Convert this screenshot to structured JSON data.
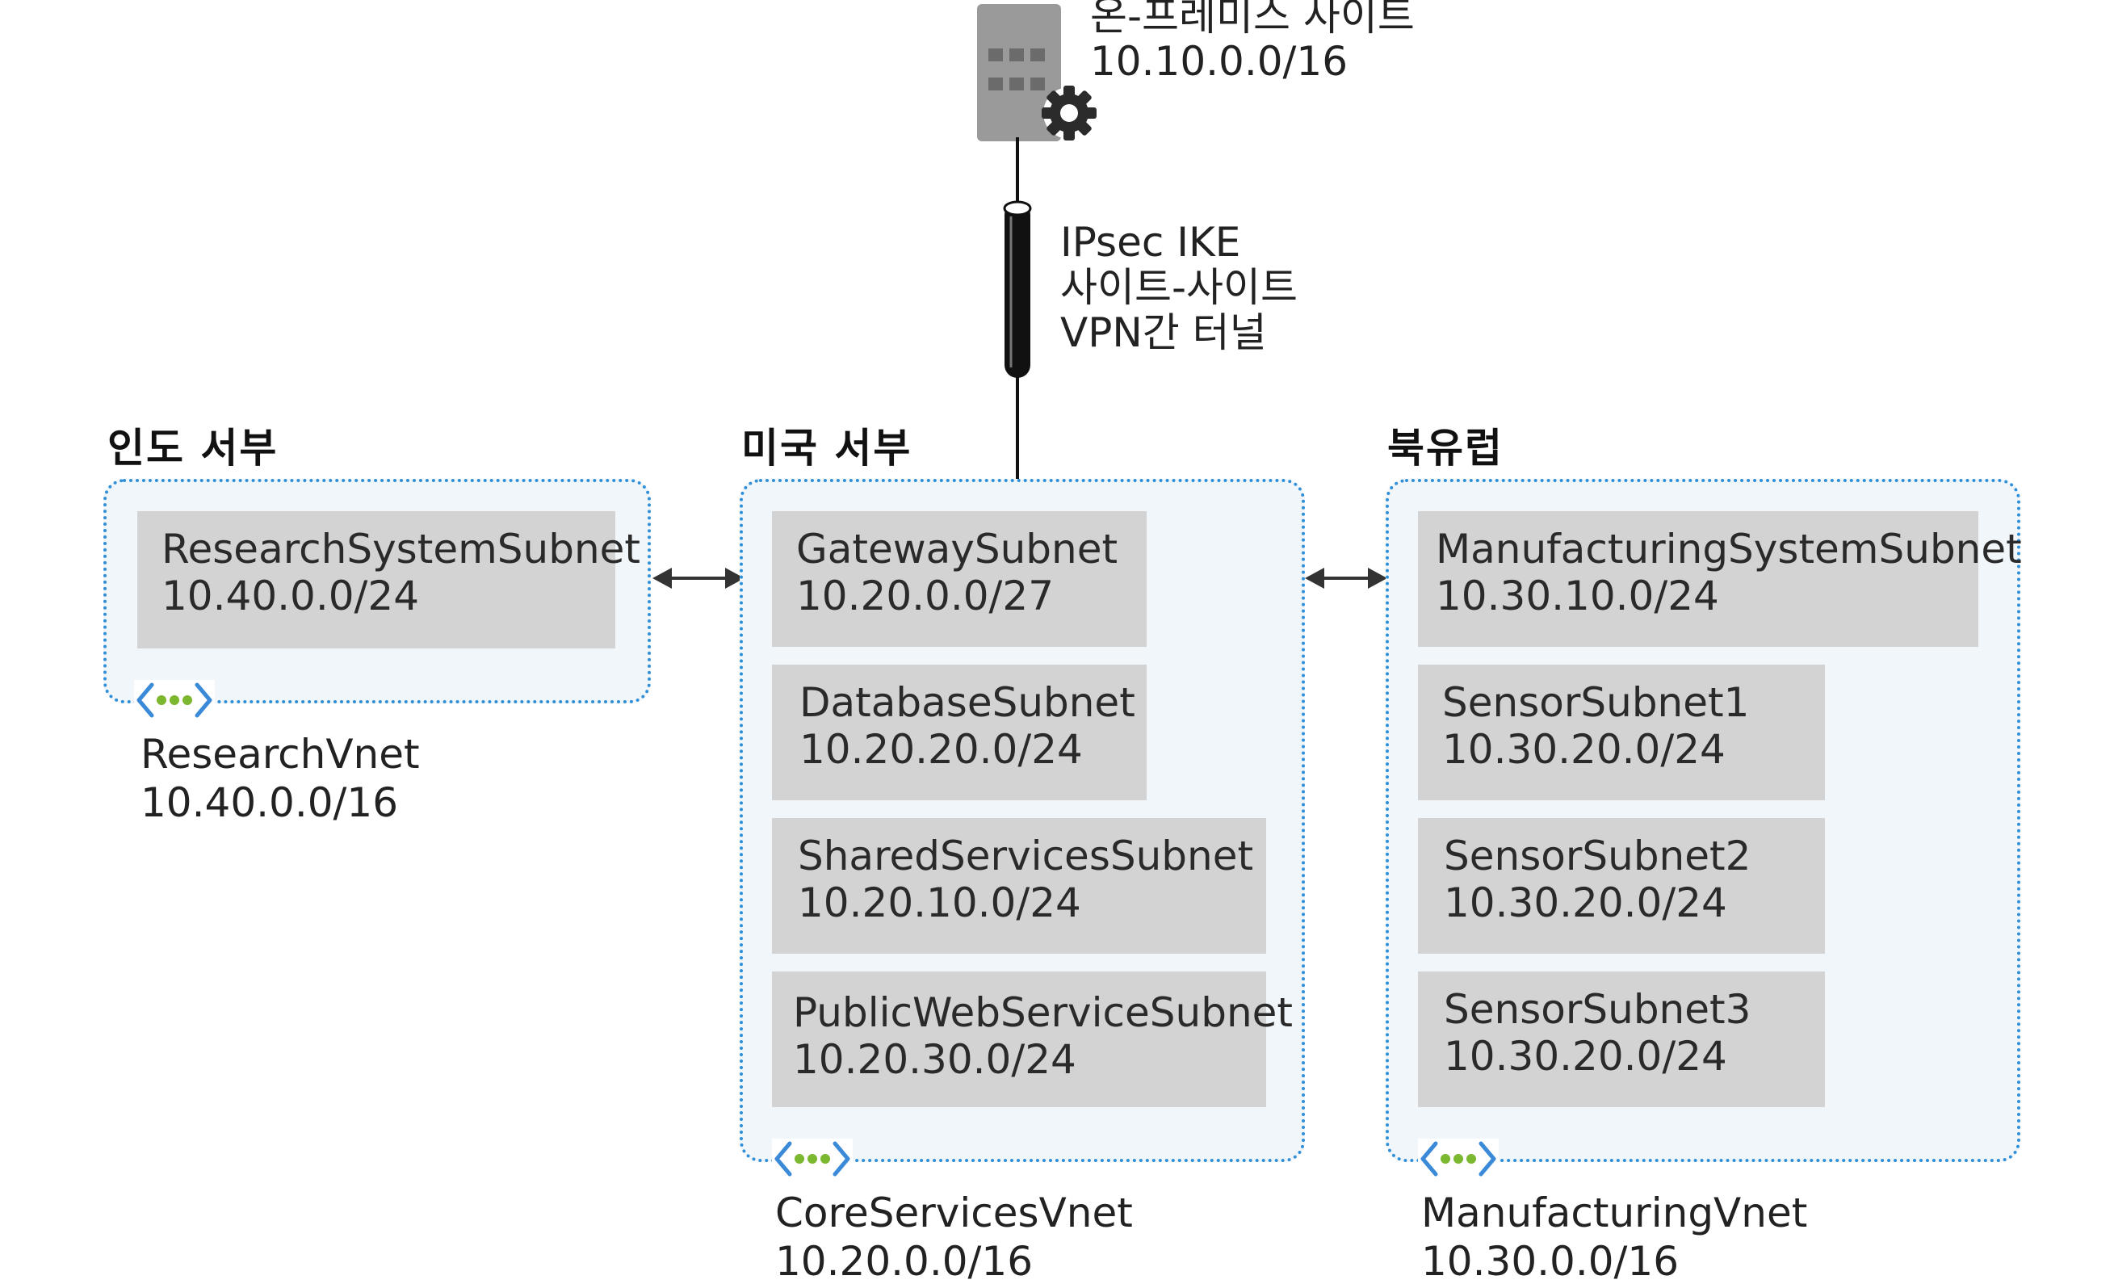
{
  "onprem": {
    "title": "온-프레미스 사이트",
    "cidr": "10.10.0.0/16"
  },
  "tunnel": {
    "line1": "IPsec IKE",
    "line2": "사이트-사이트",
    "line3": "VPN간 터널"
  },
  "regions": {
    "india_west": "인도 서부",
    "us_west": "미국 서부",
    "north_europe": "북유럽"
  },
  "research_vnet": {
    "name": "ResearchVnet",
    "cidr": "10.40.0.0/16",
    "subnets": [
      {
        "name": "ResearchSystemSubnet",
        "cidr": "10.40.0.0/24"
      }
    ]
  },
  "core_vnet": {
    "name": "CoreServicesVnet",
    "cidr": "10.20.0.0/16",
    "subnets": [
      {
        "name": "GatewaySubnet",
        "cidr": "10.20.0.0/27"
      },
      {
        "name": "DatabaseSubnet",
        "cidr": "10.20.20.0/24"
      },
      {
        "name": "SharedServicesSubnet",
        "cidr": "10.20.10.0/24"
      },
      {
        "name": "PublicWebServiceSubnet",
        "cidr": "10.20.30.0/24"
      }
    ]
  },
  "manufacturing_vnet": {
    "name": "ManufacturingVnet",
    "cidr": "10.30.0.0/16",
    "subnets": [
      {
        "name": "ManufacturingSystemSubnet",
        "cidr": "10.30.10.0/24"
      },
      {
        "name": "SensorSubnet1",
        "cidr": "10.30.20.0/24"
      },
      {
        "name": "SensorSubnet2",
        "cidr": "10.30.20.0/24"
      },
      {
        "name": "SensorSubnet3",
        "cidr": "10.30.20.0/24"
      }
    ]
  },
  "icons": {
    "onprem": "building-gear-icon",
    "tunnel": "vpn-tunnel-icon",
    "vnet": "virtual-network-icon",
    "peering": "bidirectional-arrow-icon"
  },
  "colors": {
    "vnet_border": "#2f8fd8",
    "vnet_fill": "#f1f6fb",
    "subnet_fill": "#d3d3d3",
    "vnet_icon_chevron": "#3b8ad8",
    "vnet_icon_dots": "#7cb82f",
    "building": "#9a9a9a"
  }
}
